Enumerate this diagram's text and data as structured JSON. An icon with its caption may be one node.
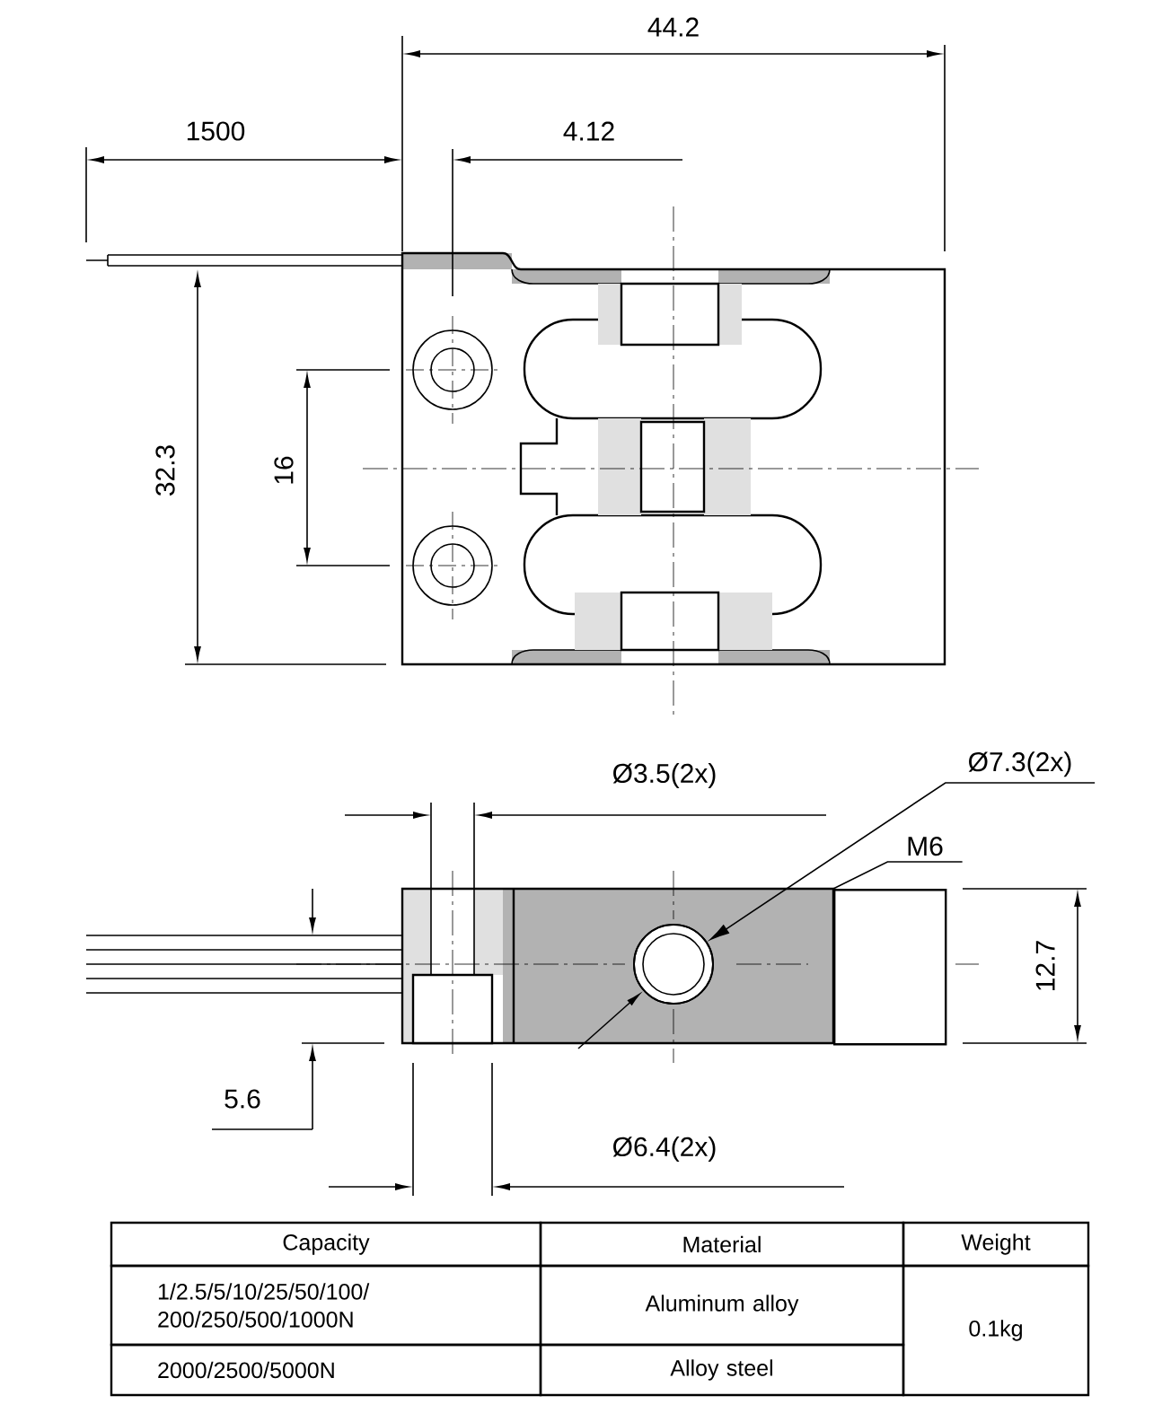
{
  "diagram": {
    "nodes": [
      {
        "text": [
          "Ø7.3(2x)"
        ]
      },
      {
        "text": [],
        "shape": "circle"
      },
      {
        "text": [
          "M6"
        ]
      },
      {
        "text": [],
        "shape": "box"
      }
    ],
    "edges": [
      {
        "from": 0,
        "to": 1,
        "arrow": "to"
      },
      {
        "from": 2,
        "to": 3,
        "arrow": "none"
      }
    ],
    "labels": [
      "44.2",
      "1500",
      "4.12",
      "32.3",
      "16",
      "Ø3.5(2x)",
      "12.7",
      "5.6",
      "Ø6.4(2x)",
      "Capacity",
      "Material",
      "Weight",
      "1/2.5/5/10/25/50/100/ 200/250/500/1000N",
      "Aluminum alloy",
      "0.1kg",
      "2000/2500/5000N",
      "Alloy steel"
    ]
  }
}
